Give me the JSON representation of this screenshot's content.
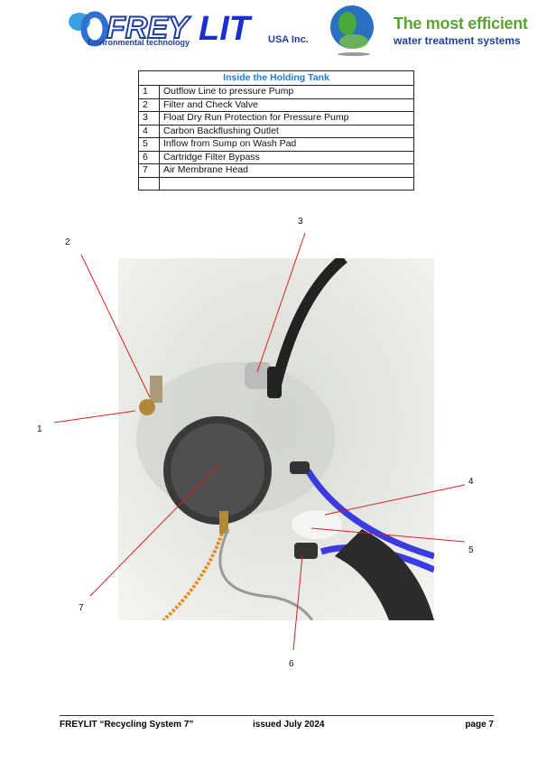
{
  "header": {
    "brand": "FREYLIT",
    "brand_subtitle": "Environmental technology",
    "brand_suffix": "USA Inc.",
    "tagline_1": "The most efficient",
    "tagline_2": "water treatment systems"
  },
  "table": {
    "title": "Inside the Holding Tank",
    "rows": [
      {
        "num": "1",
        "text": "Outflow Line to pressure Pump"
      },
      {
        "num": "2",
        "text": "Filter and Check Valve"
      },
      {
        "num": "3",
        "text": "Float Dry Run Protection for Pressure Pump"
      },
      {
        "num": "4",
        "text": "Carbon Backflushing Outlet"
      },
      {
        "num": "5",
        "text": "Inflow from Sump on Wash Pad"
      },
      {
        "num": "6",
        "text": "Cartridge Filter Bypass"
      },
      {
        "num": "7",
        "text": "Air Membrane Head"
      },
      {
        "num": "",
        "text": ""
      }
    ]
  },
  "figure": {
    "labels": [
      "1",
      "2",
      "3",
      "4",
      "5",
      "6",
      "7"
    ],
    "line_color": "#e02020"
  },
  "footer": {
    "doc": "FREYLIT “Recycling System 7”",
    "issued": "issued July 2024",
    "page": "page 7"
  }
}
